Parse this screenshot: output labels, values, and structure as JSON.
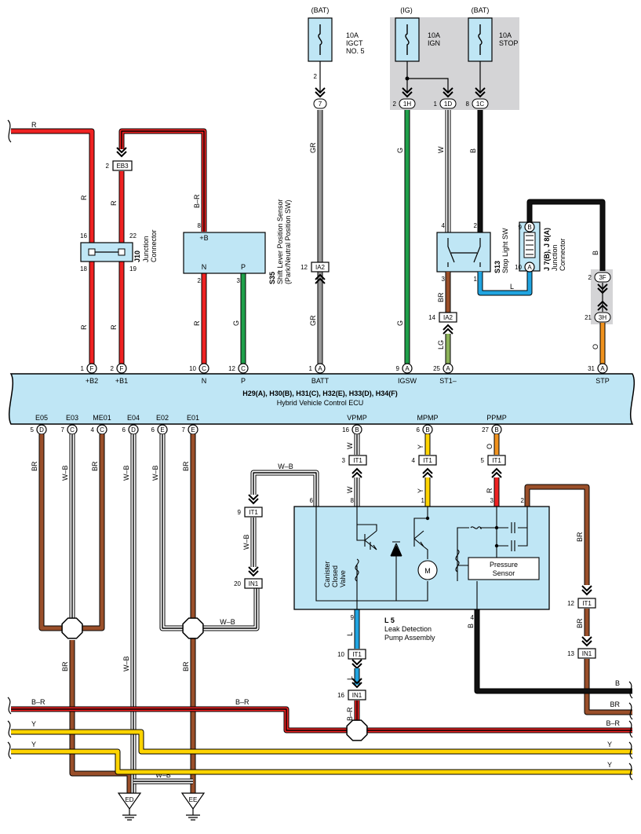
{
  "colors": {
    "R": "#ee2222",
    "GR": "#999999",
    "G": "#1fa04a",
    "B": "#111111",
    "W": "#ffffff",
    "BR": "#9a4f2a",
    "LG": "#8cb25a",
    "L": "#20a4e0",
    "Y": "#ffd400",
    "O": "#f0921e",
    "ECU": "#bfe6f5",
    "SHADE": "#d4d4d6"
  },
  "power": {
    "bat1": "(BAT)",
    "ig": "(IG)",
    "bat2": "(BAT)"
  },
  "fuses": {
    "igct": {
      "l1": "10A",
      "l2": "IGCT",
      "l3": "NO. 5",
      "pin": "2",
      "conn": "7"
    },
    "ign": {
      "l1": "10A",
      "l2": "IGN",
      "pin_l": "2",
      "conn_l": "1H",
      "pin_r": "1",
      "conn_r": "1D"
    },
    "stop": {
      "l1": "10A",
      "l2": "STOP",
      "pin": "8",
      "conn": "1C"
    }
  },
  "wire_labels": {
    "R_top": "R",
    "R_b1": "R",
    "R_b1_low": "R",
    "R_b2_low": "R",
    "BR_plusb": "B–R",
    "R_n": "R",
    "G_p": "G",
    "GR_top": "GR",
    "GR_low": "GR",
    "G_igsw_top": "G",
    "G_igsw_low": "G",
    "W_st": "W",
    "B_stop": "B",
    "BR_st": "BR",
    "LG_st": "LG",
    "L_stp": "L",
    "B_jc": "B",
    "O_stp": "O",
    "BR_e05": "BR",
    "WB_e03": "W–B",
    "BR_me01": "BR",
    "WB_e04": "W–B",
    "WB_e02": "W–B",
    "BR_e01": "BR",
    "W_vpmp": "W",
    "W_vpmp2": "W",
    "Y_mpmp": "Y",
    "Y_mpmp2": "Y",
    "O_ppmp": "O",
    "R_ppmp": "R",
    "WB_it1": "W–B",
    "WB_it1_low": "W–B",
    "WB_in1": "W–B",
    "BR_pump2": "BR",
    "BR_pump2_low": "BR",
    "L_pump9": "L",
    "L_pump9_low": "L",
    "B_pump4": "B",
    "BR_low_left": "BR",
    "BR_low_right": "BR",
    "WB_ed": "W–B",
    "BR_ee": "BR",
    "WB_ed_bridge": "W–B",
    "BR_in1": "B–R",
    "BR_bus1": "B–R",
    "BR_bus2": "B–R",
    "BR_bus3": "B–R",
    "Y_bus1": "Y",
    "Y_bus2": "Y",
    "Y_bus3": "Y",
    "B_bus": "B",
    "BR_bus": "BR"
  },
  "connectors": {
    "eb3": "EB3",
    "eb3_pin": "2",
    "ia2_top": "IA2",
    "ia2_top_pin": "12",
    "ia2_st": "IA2",
    "ia2_st_pin": "14",
    "pin_3f": "3F",
    "pin_3f_n": "2",
    "pin_3h": "3H",
    "pin_3h_n": "21",
    "it1_a": "IT1",
    "it1_a_pin": "3",
    "it1_b": "IT1",
    "it1_b_pin": "4",
    "it1_c": "IT1",
    "it1_c_pin": "5",
    "it1_d": "IT1",
    "it1_d_pin": "9",
    "in1_a": "IN1",
    "in1_a_pin": "20",
    "it1_e": "IT1",
    "it1_e_pin": "10",
    "in1_b": "IN1",
    "in1_b_pin": "16",
    "it1_f": "IT1",
    "it1_f_pin": "12",
    "in1_c": "IN1",
    "in1_c_pin": "13"
  },
  "j10": {
    "id": "J10",
    "name1": "Junction",
    "name2": "Connector",
    "p16": "16",
    "p22": "22",
    "p18": "18",
    "p19": "19"
  },
  "s35": {
    "id": "S35",
    "name1": "Shift Lever Position Sensor",
    "name2": "(Park/Neutral Position SW)",
    "p8": "8",
    "plusb": "+B",
    "n": "N",
    "p": "P",
    "p2": "2",
    "p3": "3"
  },
  "s13": {
    "id": "S13",
    "name": "Stop Light SW",
    "p4": "4",
    "p2": "2",
    "p3": "3",
    "p1": "1"
  },
  "j7": {
    "id": "J 7(B), J 8(A)",
    "name1": "Junction",
    "name2": "Connector",
    "p9": "9",
    "pB": "B",
    "p10": "10",
    "pA": "A"
  },
  "ecu": {
    "title": "H29(A), H30(B), H31(C), H32(E), H33(D), H34(F)",
    "subtitle": "Hybrid Vehicle Control ECU",
    "top_pins": [
      {
        "num": "1",
        "conn": "F",
        "label": "+B2"
      },
      {
        "num": "2",
        "conn": "F",
        "label": "+B1"
      },
      {
        "num": "10",
        "conn": "C",
        "label": "N"
      },
      {
        "num": "12",
        "conn": "C",
        "label": "P"
      },
      {
        "num": "1",
        "conn": "A",
        "label": "BATT"
      },
      {
        "num": "9",
        "conn": "A",
        "label": "IGSW"
      },
      {
        "num": "25",
        "conn": "A",
        "label": "ST1–"
      },
      {
        "num": "31",
        "conn": "A",
        "label": "STP"
      }
    ],
    "bottom_pins": [
      {
        "num": "5",
        "conn": "D",
        "label": "E05"
      },
      {
        "num": "7",
        "conn": "C",
        "label": "E03"
      },
      {
        "num": "4",
        "conn": "C",
        "label": "ME01"
      },
      {
        "num": "6",
        "conn": "D",
        "label": "E04"
      },
      {
        "num": "6",
        "conn": "E",
        "label": "E02"
      },
      {
        "num": "7",
        "conn": "E",
        "label": "E01"
      },
      {
        "num": "16",
        "conn": "B",
        "label": "VPMP"
      },
      {
        "num": "6",
        "conn": "B",
        "label": "MPMP"
      },
      {
        "num": "27",
        "conn": "B",
        "label": "PPMP"
      }
    ]
  },
  "pump": {
    "id": "L 5",
    "name1": "Leak Detection",
    "name2": "Pump Assembly",
    "valve1": "Canister",
    "valve2": "Closed",
    "valve3": "Valve",
    "sensor1": "Pressure",
    "sensor2": "Sensor",
    "motor": "M",
    "p6": "6",
    "p8": "8",
    "p1": "1",
    "p3": "3",
    "p2": "2",
    "p9": "9",
    "p4": "4"
  },
  "grounds": {
    "ed": "ED",
    "ee": "EE"
  }
}
